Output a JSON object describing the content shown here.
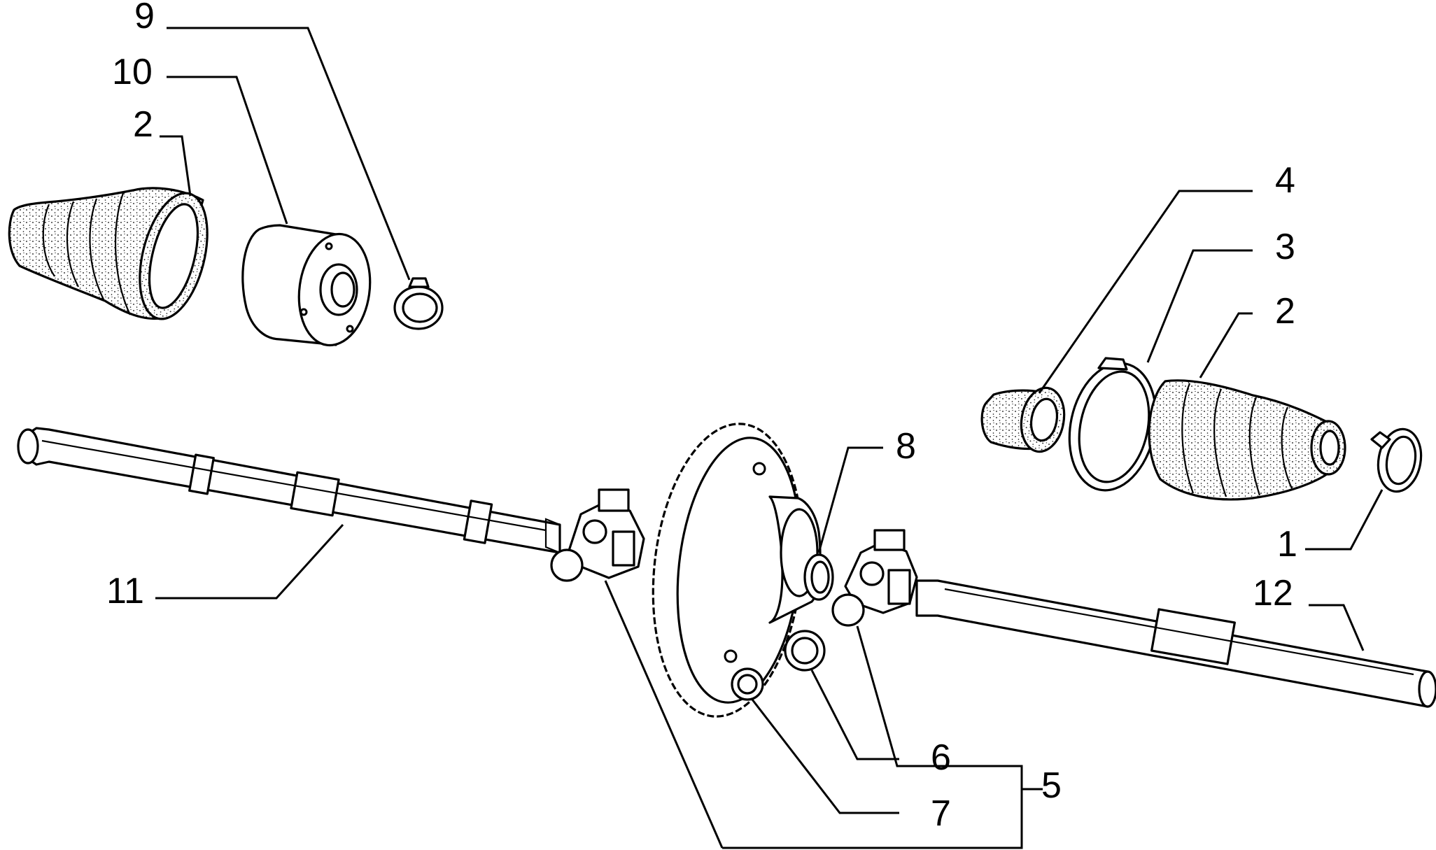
{
  "labels": {
    "1": "1",
    "2a": "2",
    "2b": "2",
    "3": "3",
    "4": "4",
    "5": "5",
    "6": "6",
    "7": "7",
    "8": "8",
    "9": "9",
    "10": "10",
    "11": "11",
    "12": "12"
  },
  "colors": {
    "ink": "#000000",
    "paper": "#ffffff"
  }
}
